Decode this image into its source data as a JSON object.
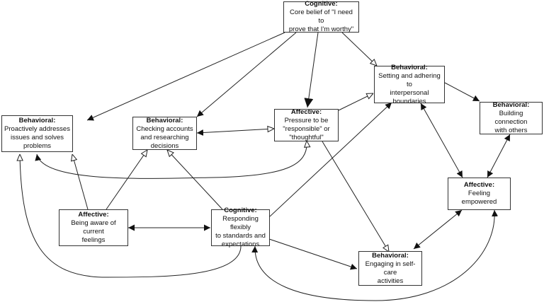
{
  "nodes": {
    "core_belief": {
      "category": "Cognitive:",
      "text": "Core belief of \"I need to\nprove that I'm worthy\""
    },
    "setting_boundaries": {
      "category": "Behavioral:",
      "text": "Setting and adhering to\ninterpersonal\nboundaries"
    },
    "building_connection": {
      "category": "Behavioral:",
      "text": "Building connection\nwith others"
    },
    "proactively_addresses": {
      "category": "Behavioral:",
      "text": "Proactively addresses\nissues and solves\nproblems"
    },
    "checking_accounts": {
      "category": "Behavioral:",
      "text": "Checking accounts\nand researching\ndecisions"
    },
    "pressure": {
      "category": "Affective:",
      "text": "Pressure to be\n\"responsible\" or\n\"thoughtful\""
    },
    "feeling_empowered": {
      "category": "Affective:",
      "text": "Feeling empowered"
    },
    "aware_feelings": {
      "category": "Affective:",
      "text": "Being aware of current\nfeelings"
    },
    "responding_flexibly": {
      "category": "Cognitive:",
      "text": "Responding flexibly\nto standards and\nexpectations"
    },
    "self_care": {
      "category": "Behavioral:",
      "text": "Engaging in self-care\nactivities"
    }
  },
  "edges": [
    {
      "from": "core_belief",
      "to": "proactively_addresses",
      "head": "filled"
    },
    {
      "from": "core_belief",
      "to": "checking_accounts",
      "head": "filled"
    },
    {
      "from": "core_belief",
      "to": "pressure",
      "head": "filled"
    },
    {
      "from": "core_belief",
      "to": "setting_boundaries",
      "head": "open"
    },
    {
      "from": "pressure",
      "to": "setting_boundaries",
      "head": "open"
    },
    {
      "from": "setting_boundaries",
      "to": "building_connection",
      "head": "filled"
    },
    {
      "from": "setting_boundaries",
      "to": "feeling_empowered",
      "head": "filled",
      "bidirectional": true
    },
    {
      "from": "building_connection",
      "to": "feeling_empowered",
      "head": "filled",
      "bidirectional": true
    },
    {
      "from": "pressure",
      "to": "checking_accounts",
      "head": "mixed",
      "bidirectional": true
    },
    {
      "from": "pressure",
      "to": "self_care",
      "head": "open"
    },
    {
      "from": "proactively_addresses",
      "to": "pressure",
      "head": "mixed",
      "bidirectional": true
    },
    {
      "from": "aware_feelings",
      "to": "proactively_addresses",
      "head": "open"
    },
    {
      "from": "aware_feelings",
      "to": "checking_accounts",
      "head": "open"
    },
    {
      "from": "aware_feelings",
      "to": "responding_flexibly",
      "head": "filled",
      "bidirectional": true
    },
    {
      "from": "responding_flexibly",
      "to": "checking_accounts",
      "head": "open"
    },
    {
      "from": "responding_flexibly",
      "to": "setting_boundaries",
      "head": "filled"
    },
    {
      "from": "responding_flexibly",
      "to": "proactively_addresses",
      "head": "open"
    },
    {
      "from": "responding_flexibly",
      "to": "self_care",
      "head": "filled"
    },
    {
      "from": "feeling_empowered",
      "to": "self_care",
      "head": "filled",
      "bidirectional": true
    },
    {
      "from": "feeling_empowered",
      "to": "responding_flexibly",
      "head": "filled",
      "bidirectional": true
    }
  ]
}
